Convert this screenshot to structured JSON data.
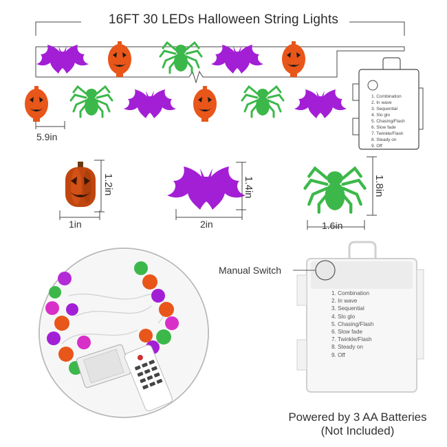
{
  "title": "16FT 30 LEDs Halloween String Lights",
  "dimensions": {
    "spacing": "5.9in",
    "pumpkin_width": "1in",
    "pumpkin_height": "1.2in",
    "bat_width": "2in",
    "bat_height": "1.4in",
    "spider_width": "1.6in",
    "spider_height": "1.8in"
  },
  "battery_box": {
    "modes": [
      "1. Combination",
      "2. In wave",
      "3. Sequential",
      "4. Slo glo",
      "5. Chasing/Flash",
      "6. Slow fade",
      "7. Twinkle/Flash",
      "8. Steady on",
      "9. Off"
    ],
    "manual_switch_label": "Manual Switch"
  },
  "footer": {
    "line1": "Powered by 3 AA Batteries",
    "line2": "(Not Included)"
  },
  "colors": {
    "bat": "#a31fd6",
    "pumpkin": "#e8561a",
    "spider": "#3cb84a",
    "line": "#444444"
  }
}
